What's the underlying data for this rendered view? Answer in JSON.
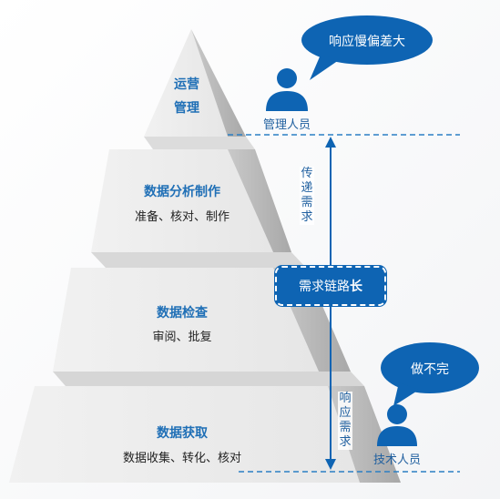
{
  "tiers": [
    {
      "title": "运营",
      "subtitle": "管理"
    },
    {
      "title": "数据分析制作",
      "subtitle": "准备、核对、制作"
    },
    {
      "title": "数据检查",
      "subtitle": "审阅、批复"
    },
    {
      "title": "数据获取",
      "subtitle": "数据收集、转化、核对"
    }
  ],
  "bubbles": {
    "top": "响应慢偏差大",
    "bottom": "做不完"
  },
  "people": {
    "manager": "管理人员",
    "tech": "技术人员"
  },
  "arrows": {
    "up_label": "传递需求",
    "down_label": "响应需求"
  },
  "chain": {
    "text": "需求链路",
    "emphasis": "长"
  },
  "colors": {
    "accent": "#1f6fb6",
    "box": "#0e64b3",
    "dash": "#2b7fc4"
  }
}
